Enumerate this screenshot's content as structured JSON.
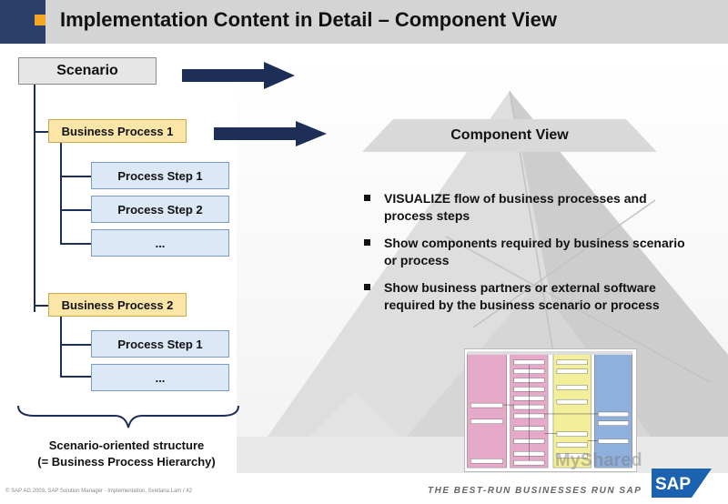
{
  "header": {
    "title": "Implementation Content in Detail – Component View"
  },
  "tree": {
    "scenario": "Scenario",
    "business_process_1": "Business Process 1",
    "bp1_steps": [
      "Process Step 1",
      "Process Step 2",
      "..."
    ],
    "business_process_2": "Business Process 2",
    "bp2_steps": [
      "Process Step 1",
      "..."
    ]
  },
  "component_view": {
    "title": "Component View",
    "bullets": [
      "VISUALIZE flow of business processes and process steps",
      "Show components required by business scenario or process",
      "Show business partners or external software required by the business scenario or process"
    ]
  },
  "structure_caption": {
    "line1": "Scenario-oriented structure",
    "line2": "(= Business Process Hierarchy)"
  },
  "footer": {
    "copyright": "© SAP AG 2003, SAP Solution Manager - Implementation, Svetlana Lam / 42",
    "slogan": "THE BEST-RUN BUSINESSES RUN SAP",
    "logo_text": "SAP",
    "watermark": "MyShared"
  },
  "colors": {
    "header_bg": "#d4d4d4",
    "accent_navy": "#2b3f6b",
    "accent_orange": "#f5a623",
    "bp_fill": "#fbe6a8",
    "step_fill": "#dce8f5",
    "arrow": "#1d2e57",
    "sap_blue": "#1b62b0"
  }
}
